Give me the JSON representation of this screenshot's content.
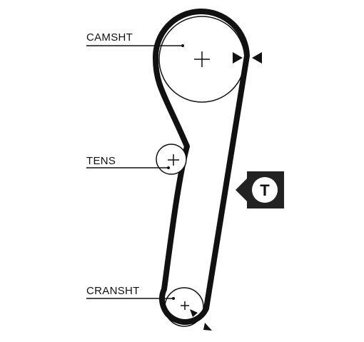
{
  "diagram": {
    "labels": {
      "camshaft": "CAMSHT",
      "tensioner": "TENS",
      "crankshaft": "CRANSHT"
    },
    "tension_badge": "T",
    "colors": {
      "belt": "#111111",
      "badge_fill": "#222222",
      "badge_bg": "#ffffff",
      "background": "#ffffff"
    }
  }
}
